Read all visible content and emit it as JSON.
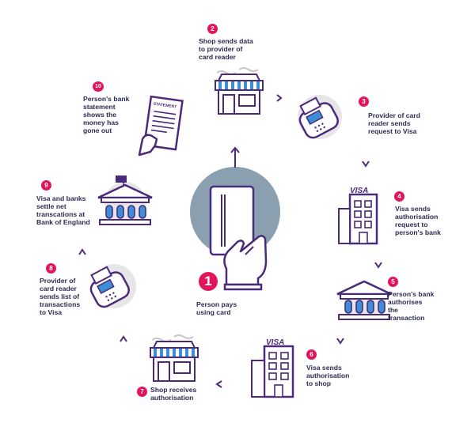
{
  "colors": {
    "badge": "#e2145c",
    "stroke": "#4b2a7a",
    "shadow": "#e6e6e8",
    "center_circle": "#8aa0b0",
    "screen": "#3a8fd6",
    "text": "#2b2b52"
  },
  "center": {
    "number": "1",
    "label": "Person pays\nusing card",
    "icon": "hand-holding-card-icon"
  },
  "steps": [
    {
      "number": "2",
      "label": "Shop sends data\nto provider of\ncard reader",
      "icon": "shop-icon"
    },
    {
      "number": "3",
      "label": "Provider of card\nreader sends\nrequest to Visa",
      "icon": "card-reader-icon"
    },
    {
      "number": "4",
      "label": "Visa sends\nauthorisation\nrequest to\nperson's bank",
      "icon": "visa-building-icon"
    },
    {
      "number": "5",
      "label": "Person's bank\nauthorises\nthe\ntransaction",
      "icon": "bank-icon"
    },
    {
      "number": "6",
      "label": "Visa sends\nauthorisation\nto shop",
      "icon": "visa-building-icon"
    },
    {
      "number": "7",
      "label": "Shop receives\nauthorisation",
      "icon": "shop-icon"
    },
    {
      "number": "8",
      "label": "Provider of\ncard reader\nsends list of\ntransactions\nto Visa",
      "icon": "card-reader-icon"
    },
    {
      "number": "9",
      "label": "Visa and banks\nsettle net\ntranscations at\nBank of England",
      "icon": "bank-of-england-icon"
    },
    {
      "number": "10",
      "label": "Person's bank\nstatement\nshows the\nmoney has\ngone out",
      "icon": "bank-statement-icon"
    }
  ],
  "icon_text": {
    "visa": "VISA",
    "statement": "STATEMENT"
  }
}
